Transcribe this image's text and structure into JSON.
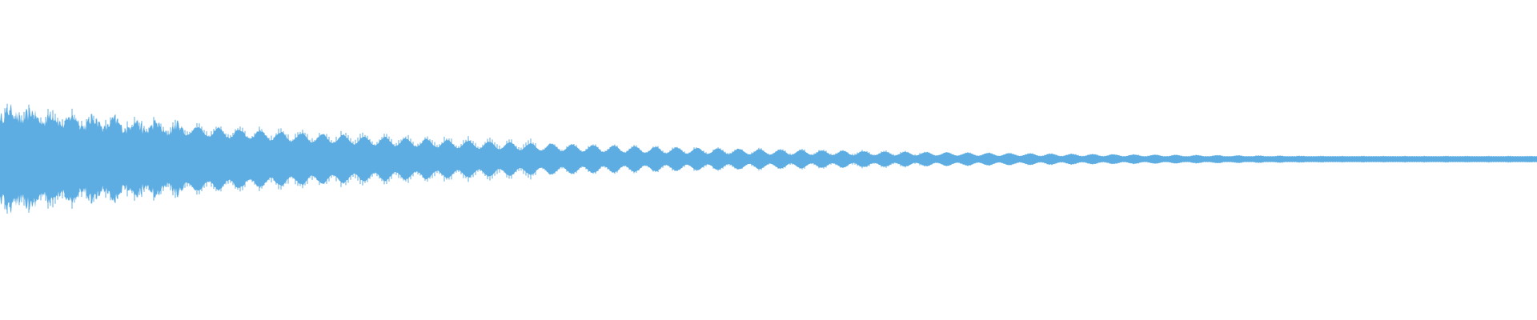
{
  "waveform": {
    "color": "#5dade2",
    "background": "#ffffff",
    "envelope": {
      "initial_amplitude": 1.0,
      "final_amplitude": 0.06,
      "decay": "exponential"
    },
    "beating": true
  }
}
